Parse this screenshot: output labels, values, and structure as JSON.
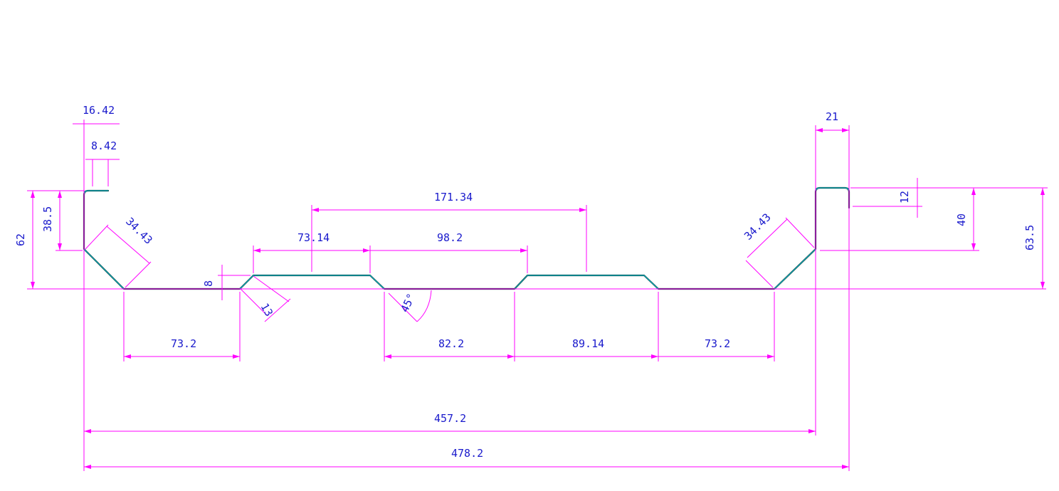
{
  "drawing": {
    "dimensions": {
      "d_16_42": "16.42",
      "d_8_42": "8.42",
      "d_62": "62",
      "d_38_5": "38.5",
      "d_34_43_left": "34.43",
      "d_8": "8",
      "d_13": "13",
      "d_73_14": "73.14",
      "d_171_34": "171.34",
      "d_98_2": "98.2",
      "d_45deg": "45°",
      "d_73_2_left": "73.2",
      "d_82_2": "82.2",
      "d_89_14": "89.14",
      "d_73_2_right": "73.2",
      "d_34_43_right": "34.43",
      "d_21": "21",
      "d_12": "12",
      "d_40": "40",
      "d_63_5": "63.5",
      "d_457_2": "457.2",
      "d_478_2": "478.2"
    },
    "colors": {
      "dimension": "#ff00ff",
      "text": "#1a1acc",
      "profile_outline": "#1a3a3a",
      "profile_highlight": "#00c8d8",
      "background": "#ffffff"
    }
  }
}
